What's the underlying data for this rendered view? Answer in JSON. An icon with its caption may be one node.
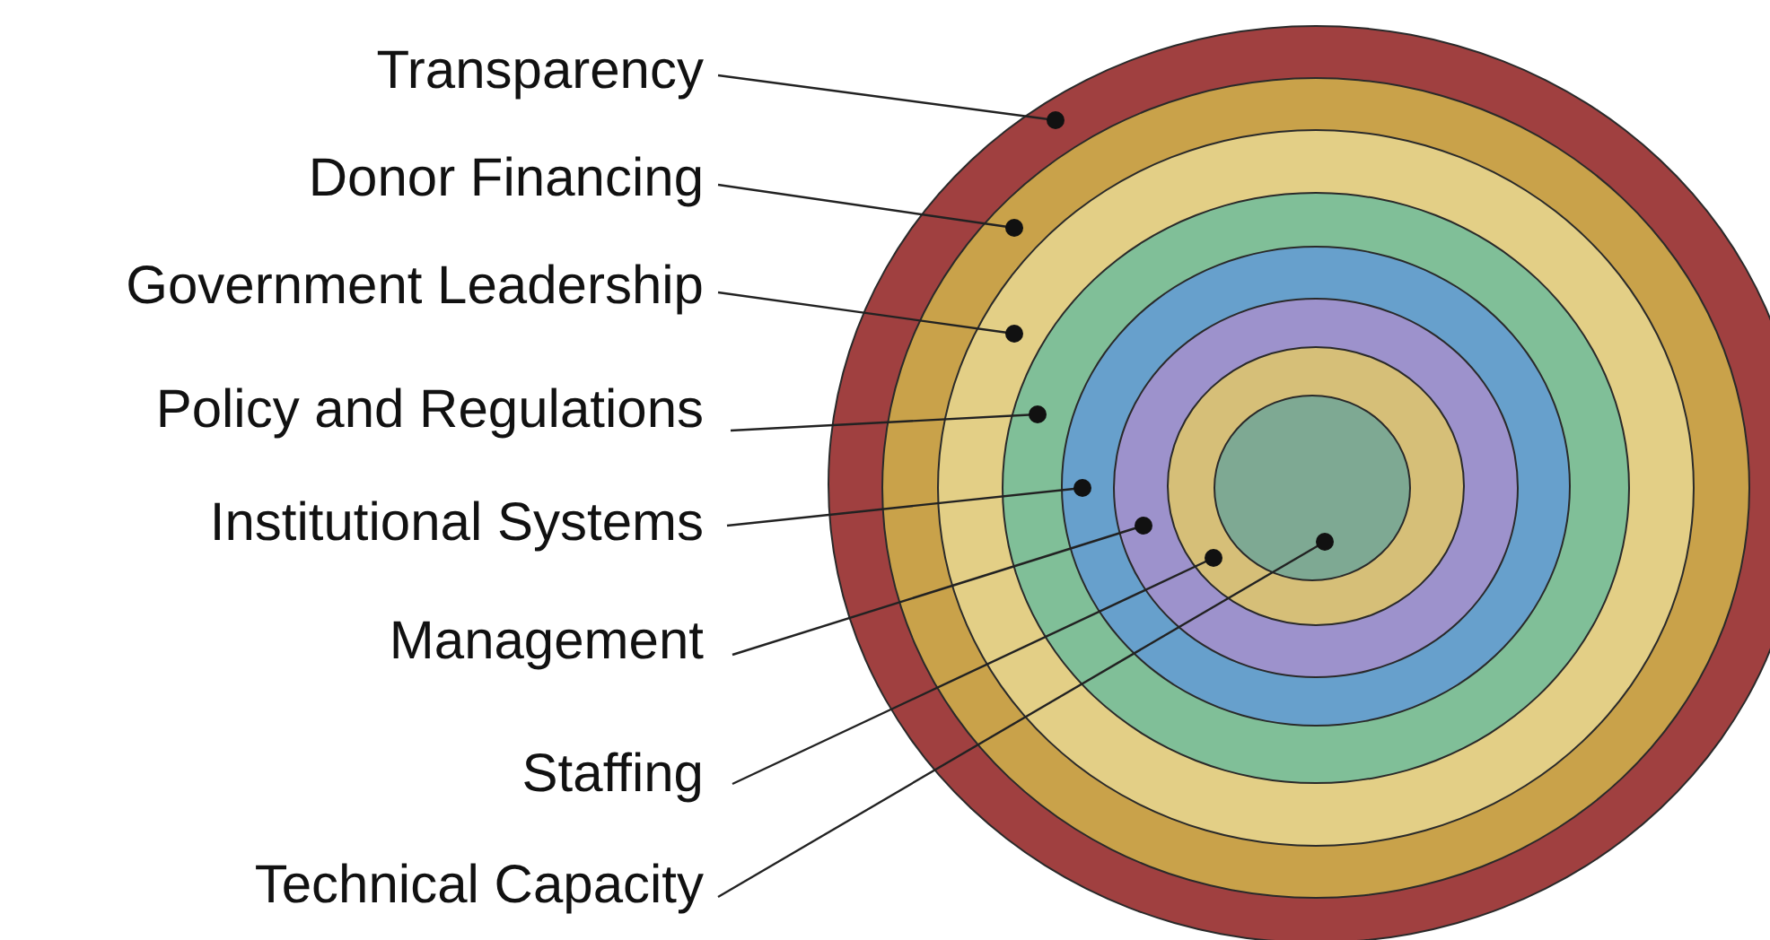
{
  "diagram": {
    "nodes": [
      {
        "text": [
          "Transparency"
        ]
      },
      {
        "text": [
          "Donor Financing"
        ]
      },
      {
        "text": [
          "Government Leadership"
        ]
      },
      {
        "text": [
          "Policy and Regulations"
        ]
      },
      {
        "text": [
          "Institutional Systems"
        ]
      },
      {
        "text": [
          "Management"
        ]
      },
      {
        "text": [
          "Staffing"
        ]
      },
      {
        "text": [
          "Technical Capacity"
        ]
      },
      {
        "text": [],
        "shape": "circle"
      },
      {
        "text": [],
        "shape": "circle",
        "in": 8
      },
      {
        "text": [],
        "shape": "circle",
        "in": 9
      },
      {
        "text": [],
        "shape": "circle",
        "in": 10
      },
      {
        "text": [],
        "shape": "circle",
        "in": 11
      },
      {
        "text": [],
        "shape": "circle",
        "in": 12
      },
      {
        "text": [],
        "shape": "circle",
        "in": 13
      },
      {
        "text": [],
        "shape": "circle",
        "in": 14
      }
    ],
    "edges": [
      {
        "from": 0,
        "to": 8,
        "arrow": "other"
      },
      {
        "from": 1,
        "to": 9,
        "arrow": "other"
      },
      {
        "from": 2,
        "to": 10,
        "arrow": "other"
      },
      {
        "from": 3,
        "to": 11,
        "arrow": "other"
      },
      {
        "from": 4,
        "to": 12,
        "arrow": "other"
      },
      {
        "from": 5,
        "to": 13,
        "arrow": "other"
      },
      {
        "from": 6,
        "to": 14,
        "arrow": "other"
      },
      {
        "from": 7,
        "to": 15,
        "arrow": "other"
      }
    ]
  }
}
